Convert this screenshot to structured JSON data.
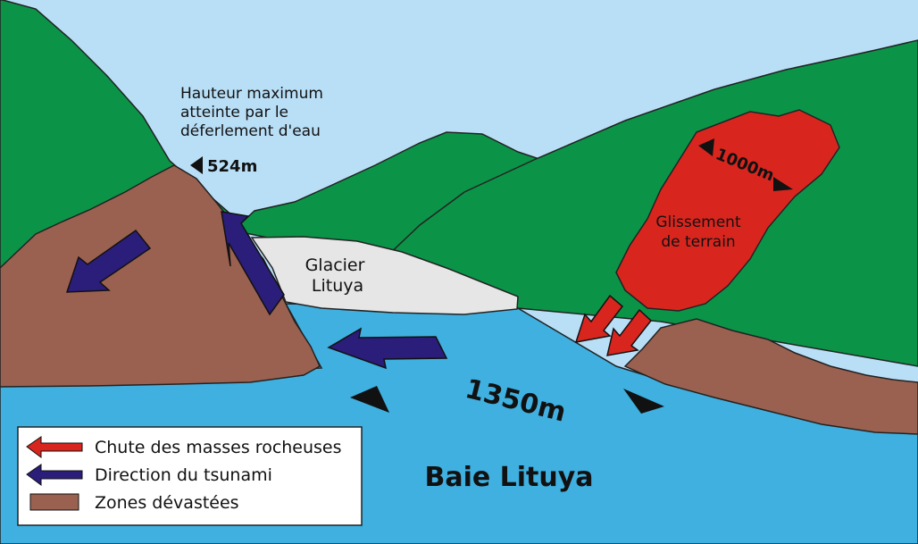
{
  "labels": {
    "max_height_line1": "Hauteur maximum",
    "max_height_line2": "atteinte par le",
    "max_height_line3": "déferlement d'eau",
    "max_height_value": "524m",
    "glacier_line1": "Glacier",
    "glacier_line2": "Lituya",
    "slide_line1": "Glissement",
    "slide_line2": "de terrain",
    "slide_width": "1000m",
    "bay_width": "1350m",
    "bay_name": "Baie Lituya"
  },
  "legend": {
    "items": [
      {
        "label": "Chute des masses rocheuses",
        "color": "#d8261f"
      },
      {
        "label": "Direction du tsunami",
        "color": "#2b1d7a"
      },
      {
        "label": "Zones dévastées",
        "color": "#9b6150"
      }
    ]
  },
  "colors": {
    "sky": "#b9dff7",
    "hills": "#0b9447",
    "water": "#3fb0e0",
    "devastated": "#9b6150",
    "glacier": "#e6e6e6",
    "landslide": "#d8261f",
    "tsunami_arrow": "#2b1d7a",
    "rock_arrow": "#d8261f"
  }
}
